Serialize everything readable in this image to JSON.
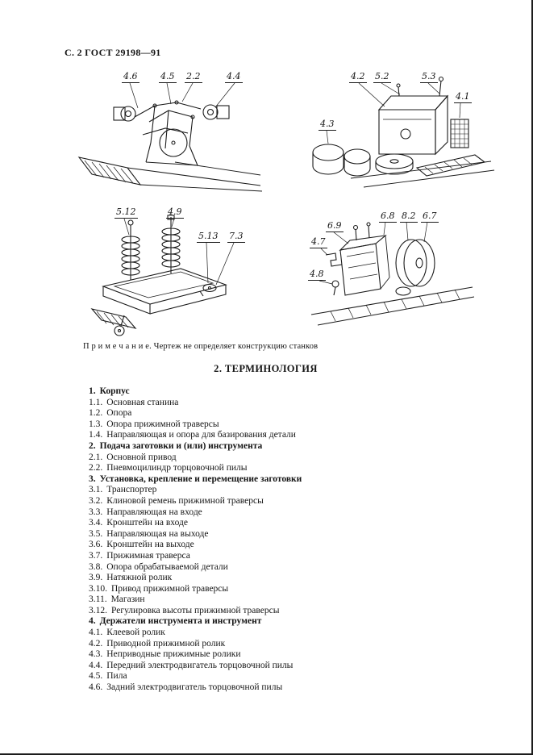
{
  "page": {
    "header": "С. 2 ГОСТ 29198—91",
    "note": "П р и м е ч а н и е. Чертеж  не определяет конструкцию станков",
    "section_title": "2. ТЕРМИНОЛОГИЯ"
  },
  "figures": [
    {
      "name": "figure-top-left",
      "callouts": [
        "4.6",
        "4.5",
        "2.2",
        "4.4"
      ]
    },
    {
      "name": "figure-top-right",
      "callouts": [
        "4.2",
        "5.2",
        "5.3",
        "4.1",
        "4.3"
      ]
    },
    {
      "name": "figure-bottom-left",
      "callouts": [
        "5.12",
        "4.9",
        "5.13",
        "7.3"
      ]
    },
    {
      "name": "figure-bottom-right",
      "callouts": [
        "6.9",
        "6.8",
        "8.2",
        "6.7",
        "4.7",
        "4.8"
      ]
    }
  ],
  "terminology": {
    "items": [
      {
        "num": "1.",
        "text": "Корпус",
        "bold": true
      },
      {
        "num": "1.1.",
        "text": "Основная станина",
        "bold": false
      },
      {
        "num": "1.2.",
        "text": "Опора",
        "bold": false
      },
      {
        "num": "1.3.",
        "text": "Опора прижимной траверсы",
        "bold": false
      },
      {
        "num": "1.4.",
        "text": "Направляющая и опора для базирования детали",
        "bold": false
      },
      {
        "num": "2.",
        "text": "Подача заготовки и (или) инструмента",
        "bold": true
      },
      {
        "num": "2.1.",
        "text": "Основной привод",
        "bold": false
      },
      {
        "num": "2.2.",
        "text": "Пневмоцилиндр торцовочной пилы",
        "bold": false
      },
      {
        "num": "3.",
        "text": "Установка, крепление и перемещение заготовки",
        "bold": true
      },
      {
        "num": "3.1.",
        "text": "Транспортер",
        "bold": false
      },
      {
        "num": "3.2.",
        "text": "Клиновой ремень прижимной траверсы",
        "bold": false
      },
      {
        "num": "3.3.",
        "text": "Направляющая на входе",
        "bold": false
      },
      {
        "num": "3.4.",
        "text": "Кронштейн на входе",
        "bold": false
      },
      {
        "num": "3.5.",
        "text": "Направляющая на выходе",
        "bold": false
      },
      {
        "num": "3.6.",
        "text": "Кронштейн на выходе",
        "bold": false
      },
      {
        "num": "3.7.",
        "text": "Прижимная траверса",
        "bold": false
      },
      {
        "num": "3.8.",
        "text": "Опора обрабатываемой детали",
        "bold": false
      },
      {
        "num": "3.9.",
        "text": "Натяжной ролик",
        "bold": false
      },
      {
        "num": "3.10.",
        "text": "Привод прижимной траверсы",
        "bold": false
      },
      {
        "num": "3.11.",
        "text": "Магазин",
        "bold": false
      },
      {
        "num": "3.12.",
        "text": "Регулировка высоты прижимной траверсы",
        "bold": false
      },
      {
        "num": "4.",
        "text": "Держатели инструмента и инструмент",
        "bold": true
      },
      {
        "num": "4.1.",
        "text": "Клеевой ролик",
        "bold": false
      },
      {
        "num": "4.2.",
        "text": "Приводной прижимной ролик",
        "bold": false
      },
      {
        "num": "4.3.",
        "text": "Неприводные прижимные ролики",
        "bold": false
      },
      {
        "num": "4.4.",
        "text": "Передний электродвигатель торцовочной пилы",
        "bold": false
      },
      {
        "num": "4.5.",
        "text": "Пила",
        "bold": false
      },
      {
        "num": "4.6.",
        "text": "Задний электродвигатель торцовочной пилы",
        "bold": false
      }
    ]
  }
}
